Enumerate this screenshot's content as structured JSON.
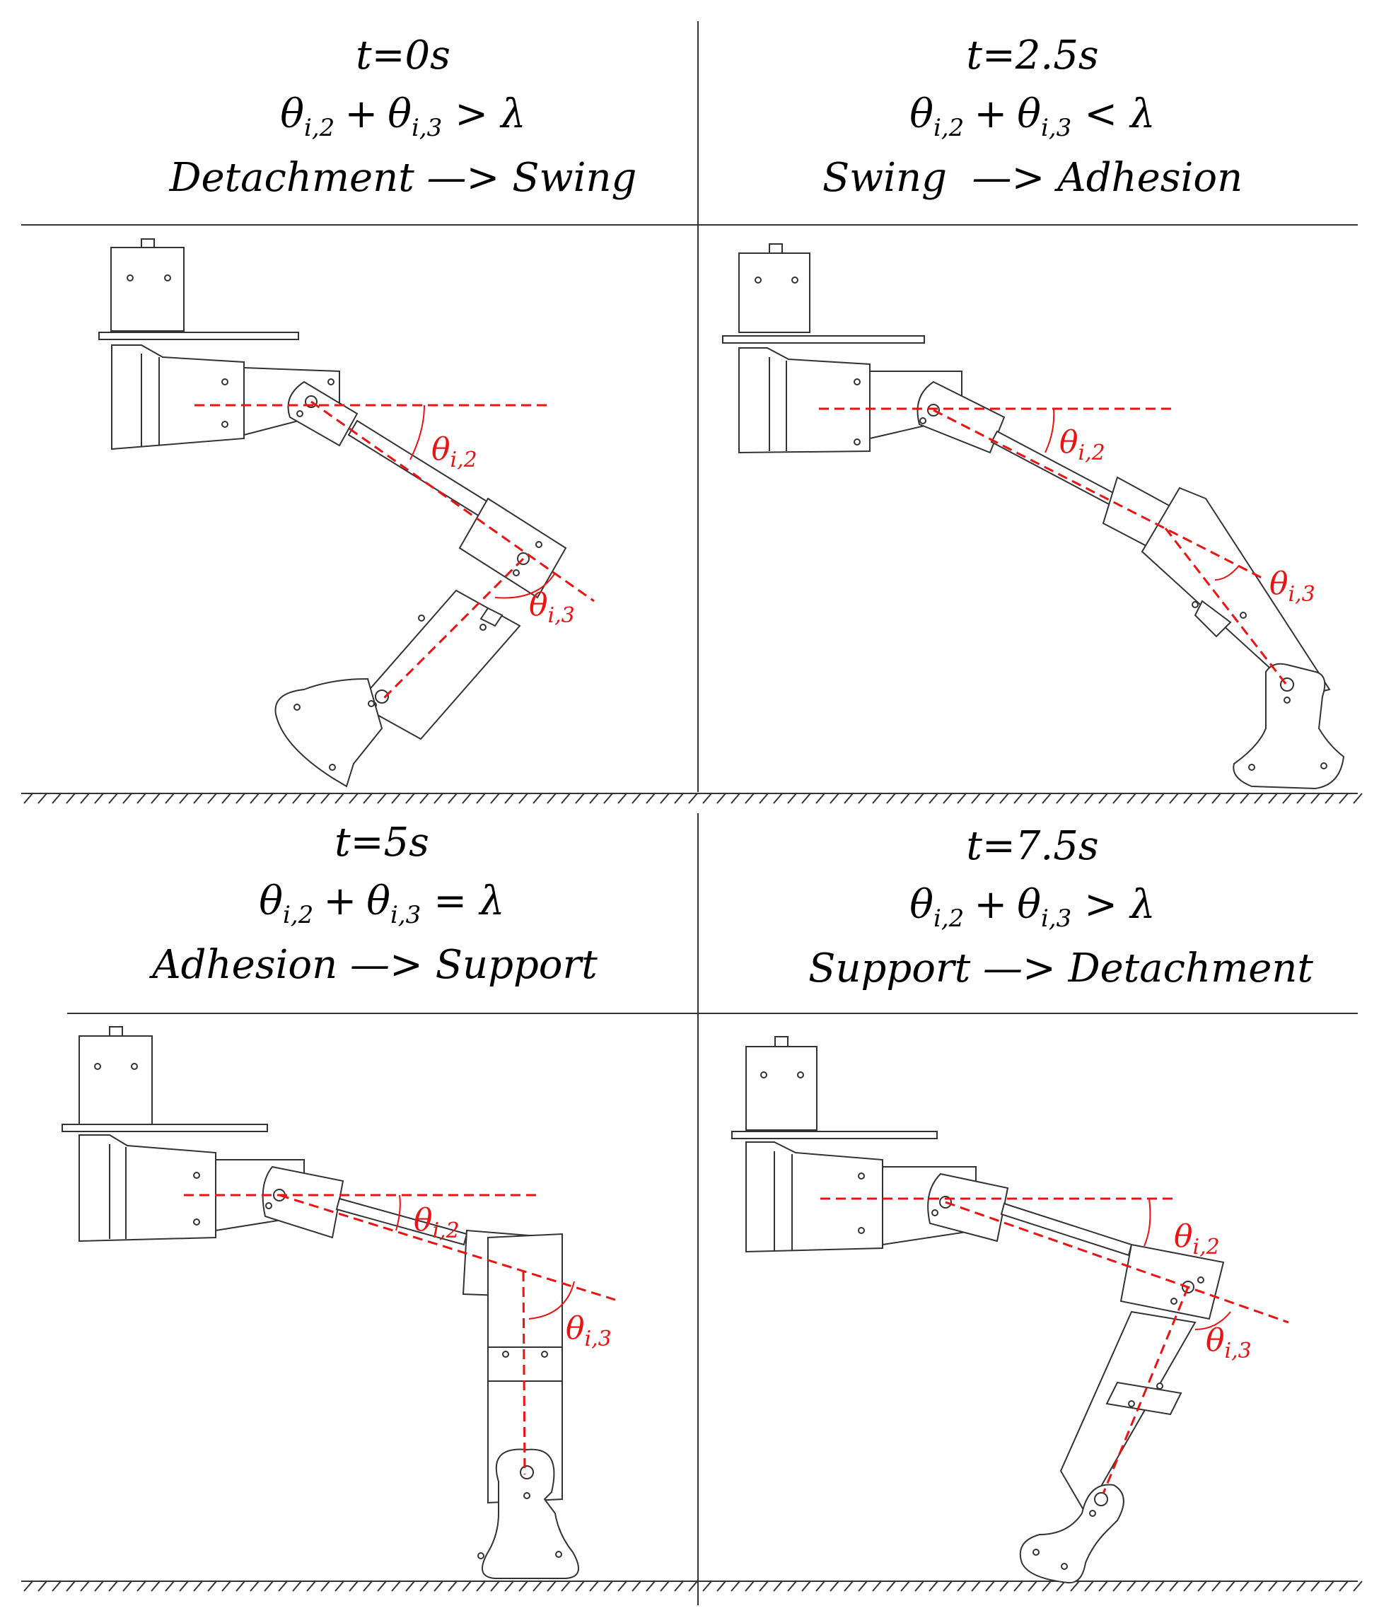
{
  "panels": [
    {
      "time": "t=0s",
      "condition": {
        "op": ">",
        "rhs": "λ"
      },
      "transition": "Detachment —> Swing"
    },
    {
      "time": "t=2.5s",
      "condition": {
        "op": "<",
        "rhs": "λ"
      },
      "transition": "Swing  —> Adhesion"
    },
    {
      "time": "t=5s",
      "condition": {
        "op": "=",
        "rhs": "λ"
      },
      "transition": "Adhesion —> Support"
    },
    {
      "time": "t=7.5s",
      "condition": {
        "op": ">",
        "rhs": "λ"
      },
      "transition": "Support —> Detachment"
    }
  ],
  "symbols": {
    "theta": "θ",
    "plus": "+",
    "sub_2": "i,2",
    "sub_3": "i,3"
  },
  "colors": {
    "annotation": "#ee1111",
    "drawing": "#333333"
  }
}
